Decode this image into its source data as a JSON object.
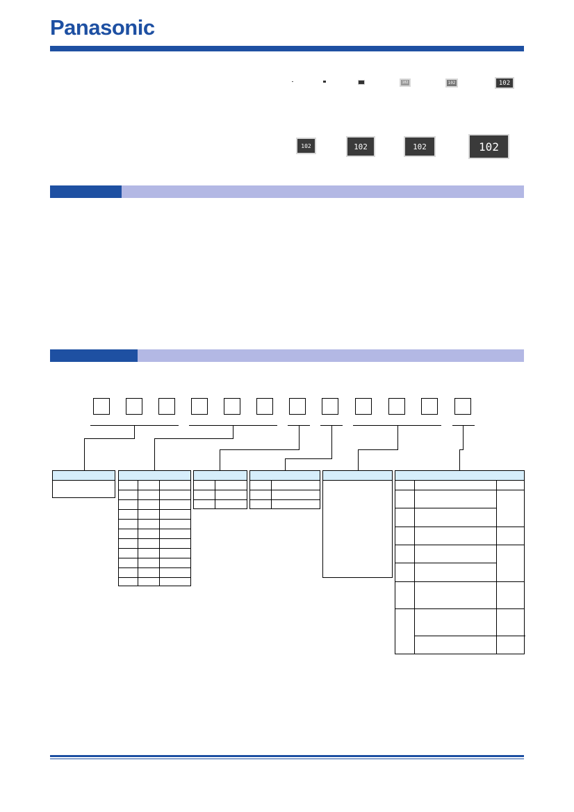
{
  "brand": {
    "logo_text": "Panasonic",
    "color": "#1e50a2"
  },
  "images": {
    "row1_chip_marks": [
      "",
      "",
      "",
      "102",
      "102",
      "102"
    ],
    "row2_chip_marks": [
      "102",
      "102",
      "102",
      "102"
    ]
  },
  "colors": {
    "section_light": "#b3b8e4",
    "section_dark": "#1e50a2",
    "table_header": "#d6eefb"
  }
}
